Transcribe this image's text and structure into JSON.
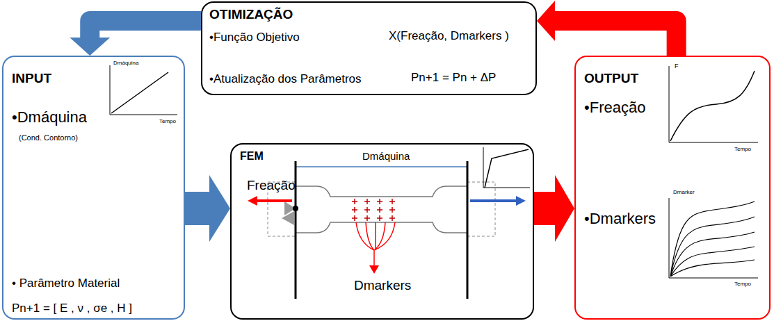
{
  "diagram": {
    "nodes": [
      {
        "text": [
          "OTIMIZAÇÃO",
          "•Função Objetivo",
          "X(Freação, Dmarkers )",
          "•Atualização dos Parâmetros",
          "Pn+1 = Pn + ΔP"
        ]
      },
      {
        "text": [
          "INPUT",
          "Dmáquina",
          "Tempo",
          "•Dmáquina",
          "(Cond. Contorno)",
          "• Parâmetro Material",
          "Pn+1 = [ E , ν , σe , H ]"
        ]
      },
      {
        "text": [
          "FEM",
          "Dmáquina",
          "Freação",
          "Dmarkers"
        ]
      },
      {
        "text": [
          "OUTPUT",
          "•Freação",
          "F",
          "Tempo",
          "•Dmarkers",
          "Dmarker",
          "Tempo"
        ]
      }
    ],
    "edges": [
      {
        "from": 3,
        "to": 0,
        "arrow": "to"
      },
      {
        "from": 0,
        "to": 1,
        "arrow": "to"
      },
      {
        "from": 1,
        "to": 2,
        "arrow": "to"
      },
      {
        "from": 2,
        "to": 3,
        "arrow": "to"
      }
    ]
  }
}
